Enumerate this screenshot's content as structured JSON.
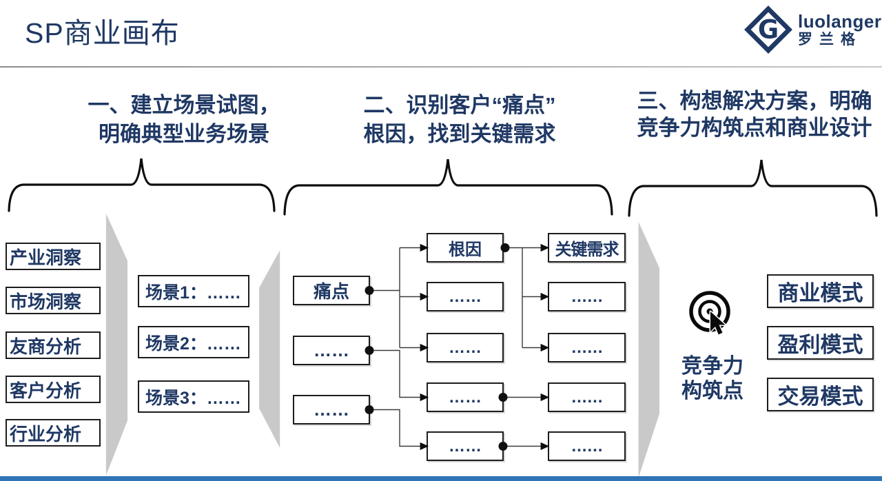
{
  "title": "SP商业画布",
  "logo": {
    "brand": "luolanger",
    "brand_cn": "罗兰格",
    "mark_letter": "G"
  },
  "steps": [
    {
      "line1": "一、建立场景试图，",
      "line2": "明确典型业务场景"
    },
    {
      "line1": "二、识别客户“痛点”",
      "line2": "根因，找到关键需求"
    },
    {
      "line1": "三、构想解决方案，明确",
      "line2": "竞争力构筑点和商业设计"
    }
  ],
  "analysis": {
    "items": [
      "产业洞察",
      "市场洞察",
      "友商分析",
      "客户分析",
      "行业分析"
    ]
  },
  "scenarios": {
    "items": [
      "场景1：……",
      "场景2：……",
      "场景3：……"
    ]
  },
  "flow": {
    "pain": [
      "痛点",
      "……",
      "……"
    ],
    "cause": [
      "根因",
      "……",
      "……",
      "……",
      "……"
    ],
    "need": [
      "关键需求",
      "……",
      "……",
      "……",
      "……"
    ]
  },
  "competitiveness": {
    "line1": "竞争力",
    "line2": "构筑点"
  },
  "models": {
    "items": [
      "商业模式",
      "盈利模式",
      "交易模式"
    ]
  },
  "colors": {
    "navy": "#1F3864",
    "shape_gray": "#C9C9C9",
    "bottom_bar": "#2E75B6"
  }
}
